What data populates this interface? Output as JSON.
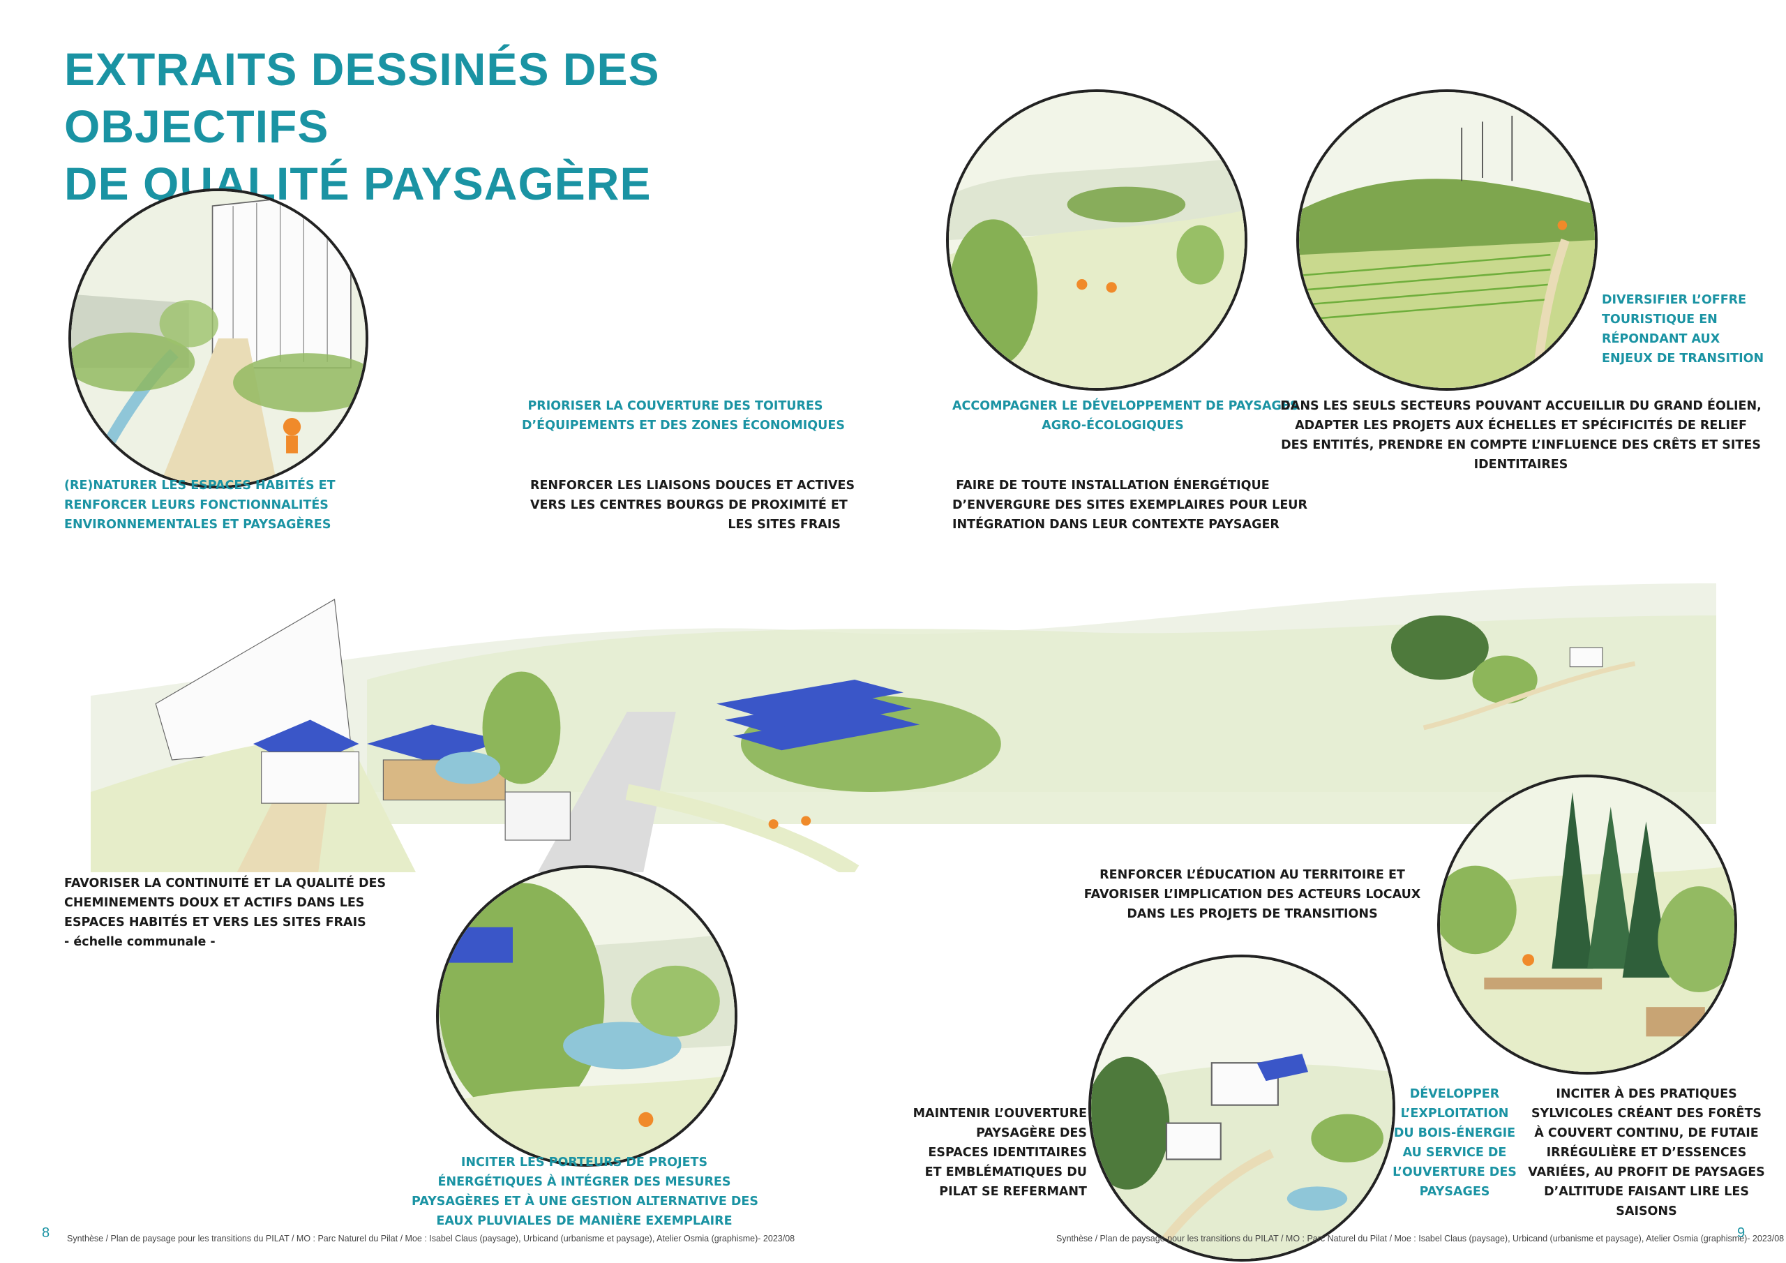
{
  "title": {
    "line1": "EXTRAITS DESSINÉS DES OBJECTIFS",
    "line2": "DE QUALITÉ PAYSAGÈRE"
  },
  "colors": {
    "accent": "#1a93a3",
    "text": "#1a1a1a",
    "green": "#8db65a",
    "solar": "#3a56c8",
    "orange": "#f08a2a"
  },
  "captions": {
    "renaturer": [
      "(RE)NATURER LES ESPACES HABITÉS ET",
      "RENFORCER LEURS FONCTIONNALITÉS",
      "ENVIRONNEMENTALES ET PAYSAGÈRES"
    ],
    "prioriser": [
      "PRIORISER LA COUVERTURE DES TOITURES",
      "D’ÉQUIPEMENTS ET DES ZONES ÉCONOMIQUES"
    ],
    "renforcer_liaisons": [
      "RENFORCER LES LIAISONS DOUCES ET ACTIVES",
      "VERS LES CENTRES BOURGS DE PROXIMITÉ ET",
      "LES SITES FRAIS"
    ],
    "accompagner": [
      "ACCOMPAGNER LE DÉVELOPPEMENT DE PAYSAGES",
      "AGRO-ÉCOLOGIQUES"
    ],
    "faire": [
      "FAIRE DE TOUTE INSTALLATION ÉNERGÉTIQUE",
      "D’ENVERGURE DES SITES EXEMPLAIRES POUR LEUR",
      "INTÉGRATION DANS LEUR CONTEXTE PAYSAGER"
    ],
    "diversifier": [
      "DIVERSIFIER L’OFFRE",
      "TOURISTIQUE EN",
      "RÉPONDANT AUX",
      "ENJEUX DE TRANSITION"
    ],
    "eolien": [
      "DANS LES SEULS SECTEURS POUVANT ACCUEILLIR DU GRAND ÉOLIEN,",
      "ADAPTER LES PROJETS AUX ÉCHELLES ET SPÉCIFICITÉS DE RELIEF",
      "DES ENTITÉS, PRENDRE EN COMPTE L’INFLUENCE DES CRÊTS ET SITES",
      "IDENTITAIRES"
    ],
    "favoriser": [
      "FAVORISER LA CONTINUITÉ ET LA QUALITÉ DES",
      "CHEMINEMENTS DOUX ET ACTIFS DANS LES",
      "ESPACES HABITÉS ET VERS LES SITES FRAIS"
    ],
    "favoriser_note": "- échelle communale -",
    "inciter_porteurs": [
      "INCITER LES PORTEURS DE PROJETS",
      "ÉNERGÉTIQUES À INTÉGRER DES MESURES",
      "PAYSAGÈRES ET À UNE GESTION ALTERNATIVE DES",
      "EAUX PLUVIALES DE MANIÈRE EXEMPLAIRE"
    ],
    "education": [
      "RENFORCER L’ÉDUCATION AU TERRITOIRE ET",
      "FAVORISER L’IMPLICATION DES ACTEURS LOCAUX",
      "DANS LES PROJETS DE TRANSITIONS"
    ],
    "maintenir": [
      "MAINTENIR L’OUVERTURE",
      "PAYSAGÈRE DES",
      "ESPACES IDENTITAIRES",
      "ET EMBLÉMATIQUES DU",
      "PILAT SE REFERMANT"
    ],
    "developper": [
      "DÉVELOPPER",
      "L’EXPLOITATION",
      "DU BOIS-ÉNERGIE",
      "AU SERVICE DE",
      "L’OUVERTURE DES",
      "PAYSAGES"
    ],
    "sylvicoles": [
      "INCITER À DES PRATIQUES",
      "SYLVICOLES CRÉANT DES FORÊTS",
      "À COUVERT CONTINU, DE FUTAIE",
      "IRRÉGULIÈRE ET D’ESSENCES",
      "VARIÉES, AU PROFIT DE PAYSAGES",
      "D’ALTITUDE FAISANT LIRE LES",
      "SAISONS"
    ]
  },
  "footer": {
    "left_page": "8",
    "right_page": "9",
    "credits": "Synthèse / Plan de paysage pour les transitions du PILAT / MO : Parc Naturel du Pilat / Moe : Isabel Claus (paysage), Urbicand (urbanisme et paysage), Atelier Osmia (graphisme)- 2023/08"
  }
}
